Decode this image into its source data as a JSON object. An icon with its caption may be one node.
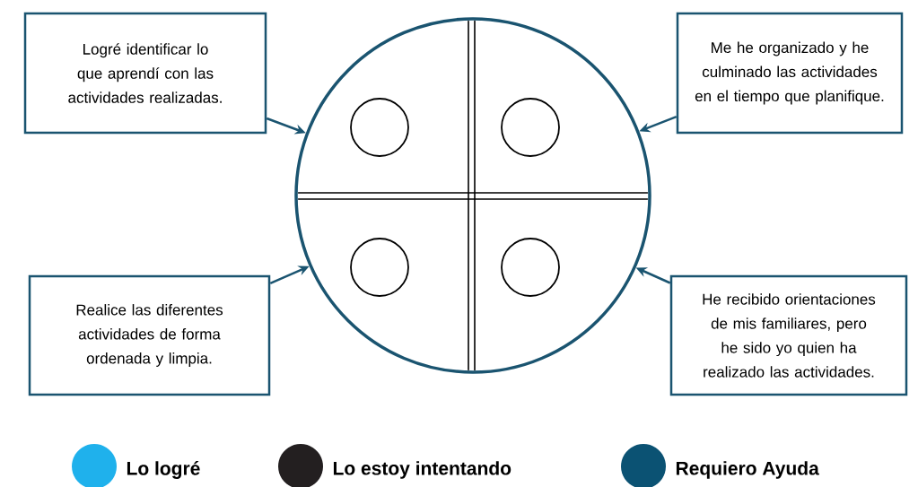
{
  "diagram": {
    "nodes": [
      {
        "text": [
          "Logré identificar lo que aprendí con las actividades realizadas."
        ]
      },
      {
        "text": [
          "Me he organizado y he culminado las actividades en el tiempo que planifique."
        ]
      },
      {
        "text": [
          "Realice las diferentes actividades de forma ordenada y limpia."
        ]
      },
      {
        "text": [
          "He recibido orientaciones de mis familiares, pero he sido yo quien ha realizado las actividades."
        ]
      },
      {
        "text": [],
        "shape": "circle"
      },
      {
        "text": [],
        "shape": "circle",
        "in": 4
      },
      {
        "text": [],
        "shape": "circle",
        "in": 4
      },
      {
        "text": [],
        "shape": "circle",
        "in": 4
      },
      {
        "text": [],
        "shape": "circle",
        "in": 4
      }
    ],
    "edges": [
      {
        "from": 0,
        "to": 4,
        "arrow": "to"
      },
      {
        "from": 1,
        "to": 4,
        "arrow": "to"
      },
      {
        "from": 2,
        "to": 4,
        "arrow": "to"
      },
      {
        "from": 3,
        "to": 4,
        "arrow": "to"
      }
    ],
    "legend": [
      {
        "text": "Lo logré",
        "color": "#1fb1ec"
      },
      {
        "text": "Lo estoy intentando",
        "color": "#231f20"
      },
      {
        "text": "Requiero Ayuda",
        "color": "#0b5273"
      }
    ]
  }
}
